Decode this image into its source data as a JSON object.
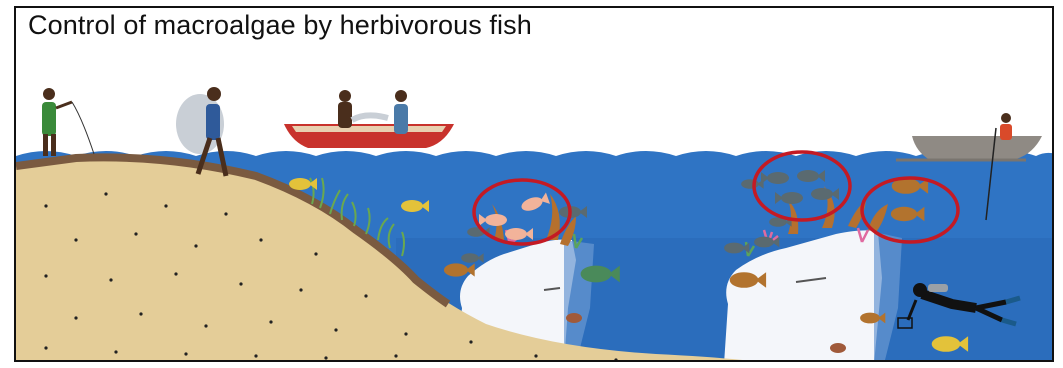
{
  "title": "Control of macroalgae by herbivorous fish",
  "colors": {
    "sea": "#2f74c4",
    "sand": "#e4cd98",
    "mud": "#7a5a40",
    "reef": "#f3f6fa",
    "circle": "#c41a24",
    "red_boat": "#c8322c",
    "grey_boat": "#8f8a84"
  },
  "figures": [
    "fisher-with-line",
    "fisher-with-net",
    "canoe-fishers",
    "outrigger-fisher",
    "diver"
  ],
  "highlighted_groups": 3
}
